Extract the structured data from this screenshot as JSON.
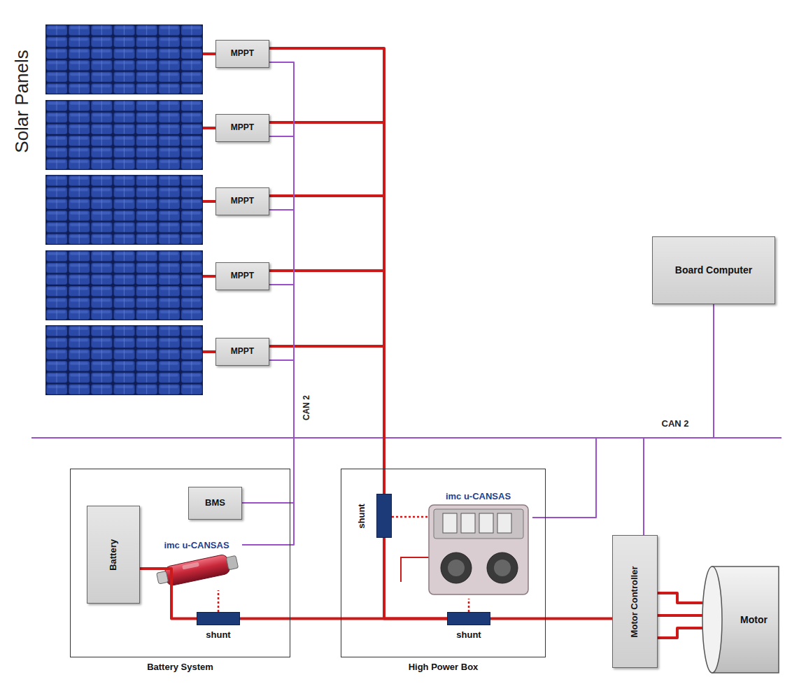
{
  "diagram": {
    "nodes": [
      {
        "text": [
          "MPPT"
        ]
      },
      {
        "text": [
          "MPPT"
        ]
      },
      {
        "text": [
          "MPPT"
        ]
      },
      {
        "text": [
          "MPPT"
        ]
      },
      {
        "text": [
          "MPPT"
        ]
      },
      {
        "text": [
          "Board Computer"
        ]
      },
      {
        "text": [
          "Battery System"
        ]
      },
      {
        "text": [
          "Battery"
        ],
        "in": 6
      },
      {
        "text": [
          "BMS"
        ],
        "in": 6
      },
      {
        "text": [
          "imc u-CANSAS"
        ],
        "in": 6
      },
      {
        "text": [
          "shunt"
        ],
        "in": 6
      },
      {
        "text": [
          "High Power Box"
        ]
      },
      {
        "text": [
          "shunt"
        ],
        "in": 11
      },
      {
        "text": [
          "imc u-CANSAS"
        ],
        "in": 11
      },
      {
        "text": [
          "shunt"
        ],
        "in": 11
      },
      {
        "text": [
          "Motor Controller"
        ]
      },
      {
        "text": [
          "Motor"
        ]
      }
    ],
    "edges": [
      {
        "from": 0,
        "to": 12,
        "arrow": "none"
      },
      {
        "from": 1,
        "to": 12,
        "arrow": "none"
      },
      {
        "from": 2,
        "to": 12,
        "arrow": "none"
      },
      {
        "from": 3,
        "to": 12,
        "arrow": "none"
      },
      {
        "from": 4,
        "to": 12,
        "arrow": "none"
      },
      {
        "from": 7,
        "to": 10,
        "arrow": "none"
      },
      {
        "from": 10,
        "to": 14,
        "arrow": "none"
      },
      {
        "from": 12,
        "to": 14,
        "arrow": "none"
      },
      {
        "from": 14,
        "to": 15,
        "arrow": "none"
      },
      {
        "from": 15,
        "to": 16,
        "arrow": "none"
      },
      {
        "from": 15,
        "to": 16,
        "arrow": "none"
      },
      {
        "from": 15,
        "to": 16,
        "arrow": "none"
      },
      {
        "from": 0,
        "to": 8,
        "arrow": "none"
      },
      {
        "from": 1,
        "to": 8,
        "arrow": "none"
      },
      {
        "from": 2,
        "to": 8,
        "arrow": "none"
      },
      {
        "from": 3,
        "to": 8,
        "arrow": "none"
      },
      {
        "from": 4,
        "to": 8,
        "arrow": "none"
      },
      {
        "from": 8,
        "to": 9,
        "arrow": "none"
      },
      {
        "from": 5,
        "to": 13,
        "arrow": "none"
      },
      {
        "from": 5,
        "to": 15,
        "arrow": "none"
      },
      {
        "from": 10,
        "to": 9,
        "arrow": "none"
      },
      {
        "from": 12,
        "to": 13,
        "arrow": "none"
      },
      {
        "from": 14,
        "to": 13,
        "arrow": "none"
      }
    ],
    "labels": [
      "Solar Panels",
      "CAN 2",
      "CAN 2"
    ]
  }
}
